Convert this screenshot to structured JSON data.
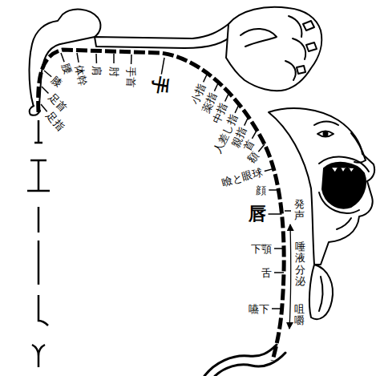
{
  "diagram": {
    "labels": [
      "足指",
      "足首",
      "膝",
      "腰",
      "体幹",
      "肩",
      "肘",
      "手首",
      "手",
      "小指",
      "薬指",
      "中指",
      "人差し指",
      "親指",
      "首",
      "額",
      "瞼と眼球",
      "顔",
      "唇",
      "発声",
      "唾液分泌",
      "咀嚼",
      "下顎",
      "舌",
      "嚥下"
    ]
  }
}
